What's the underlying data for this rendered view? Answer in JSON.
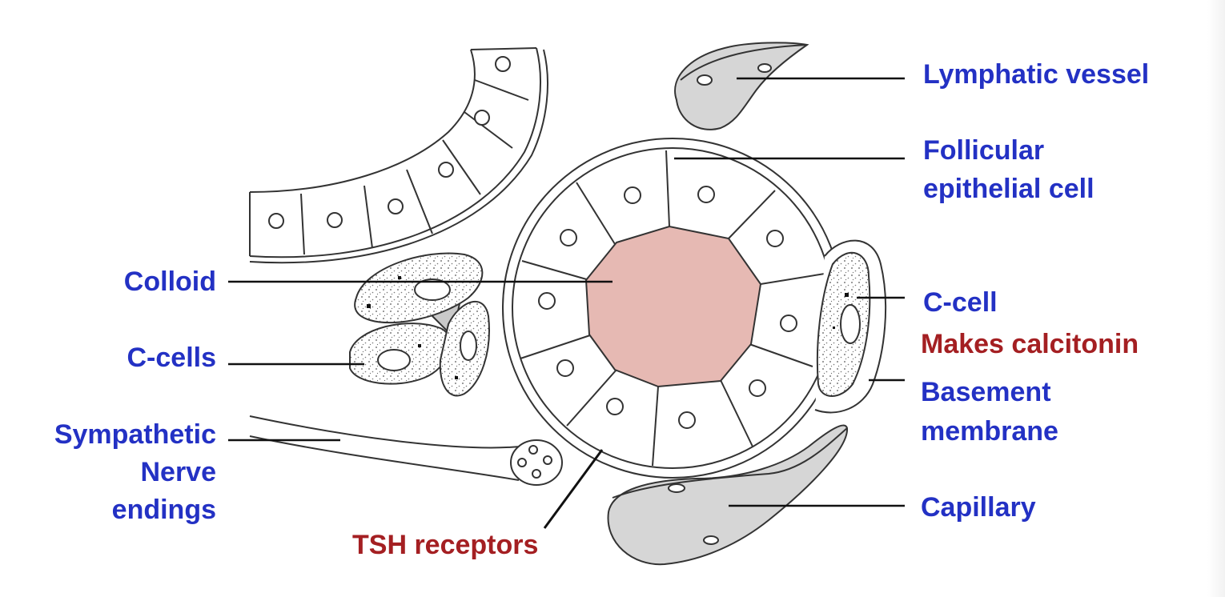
{
  "labels": {
    "lymphatic_vessel": "Lymphatic vessel",
    "follicular_epithelial_cell_line1": "Follicular",
    "follicular_epithelial_cell_line2": "epithelial cell",
    "c_cell": "C-cell",
    "makes_calcitonin": "Makes calcitonin",
    "basement_membrane_line1": "Basement",
    "basement_membrane_line2": "membrane",
    "capillary": "Capillary",
    "colloid": "Colloid",
    "c_cells": "C-cells",
    "sympathetic_line1": "Sympathetic",
    "sympathetic_line2": "Nerve",
    "sympathetic_line3": "endings",
    "tsh_receptors": "TSH receptors"
  },
  "colors": {
    "label_blue": "#2331c4",
    "label_red": "#a41f22",
    "colloid_fill": "#e6b9b3",
    "vessel_fill": "#d6d6d6",
    "outline": "#333333"
  }
}
